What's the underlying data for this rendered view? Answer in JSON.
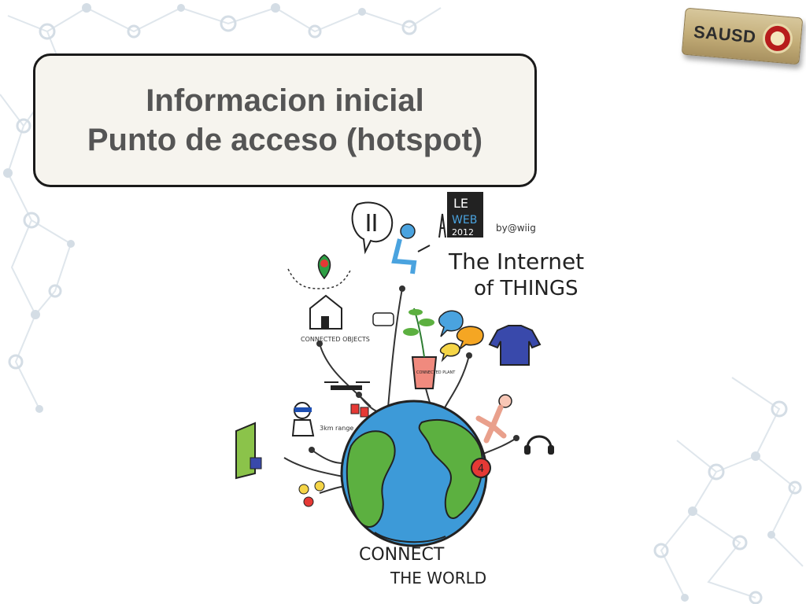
{
  "title": {
    "line1": "Informacion inicial",
    "line2": "Punto de acceso (hotspot)"
  },
  "badge": {
    "text": "SAUSD"
  },
  "illustration": {
    "event_line1": "LE",
    "event_line2": "WEB",
    "event_year": "2012",
    "byline": "by@wiig",
    "heading_line1": "The Internet",
    "heading_line2": "of THINGS",
    "connected_objects_label": "CONNECTED OBJECTS",
    "range_label": "3km range",
    "plant_label": "CONNECTED PLANT",
    "footer_line1": "CONNECT",
    "footer_line2": "THE WORLD",
    "number_badge": "4"
  },
  "colors": {
    "title_text": "#555555",
    "title_box_bg": "#f6f4ee",
    "network_lines": "#dbe3ea",
    "globe_ocean": "#3d9ad8",
    "globe_land": "#5cb040"
  }
}
